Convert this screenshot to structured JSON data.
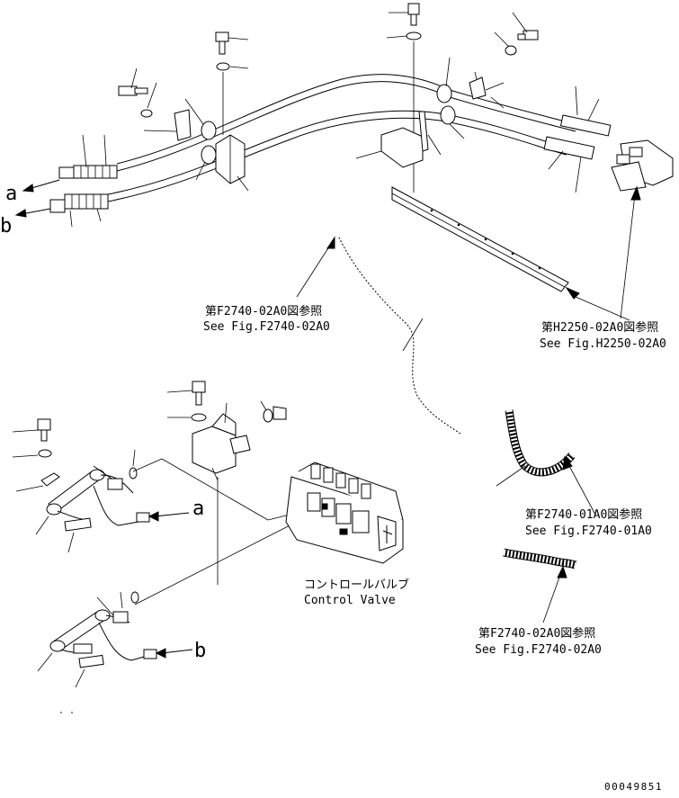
{
  "labels": {
    "a_top": "a",
    "b_top": "b",
    "a_mid": "a",
    "b_bottom": "b"
  },
  "references": {
    "f2740_02a0_jp": "第F2740-02A0図参照",
    "f2740_02a0_en": "See Fig.F2740-02A0",
    "h2250_02a0_jp": "第H2250-02A0図参照",
    "h2250_02a0_en": "See Fig.H2250-02A0",
    "f2740_01a0_jp": "第F2740-01A0図参照",
    "f2740_01a0_en": "See Fig.F2740-01A0",
    "f2740_02a0b_jp": "第F2740-02A0図参照",
    "f2740_02a0b_en": "See Fig.F2740-02A0"
  },
  "control_valve": {
    "label_jp": "コントロールバルブ",
    "label_en": "Control Valve"
  },
  "drawing_number": "00049851"
}
